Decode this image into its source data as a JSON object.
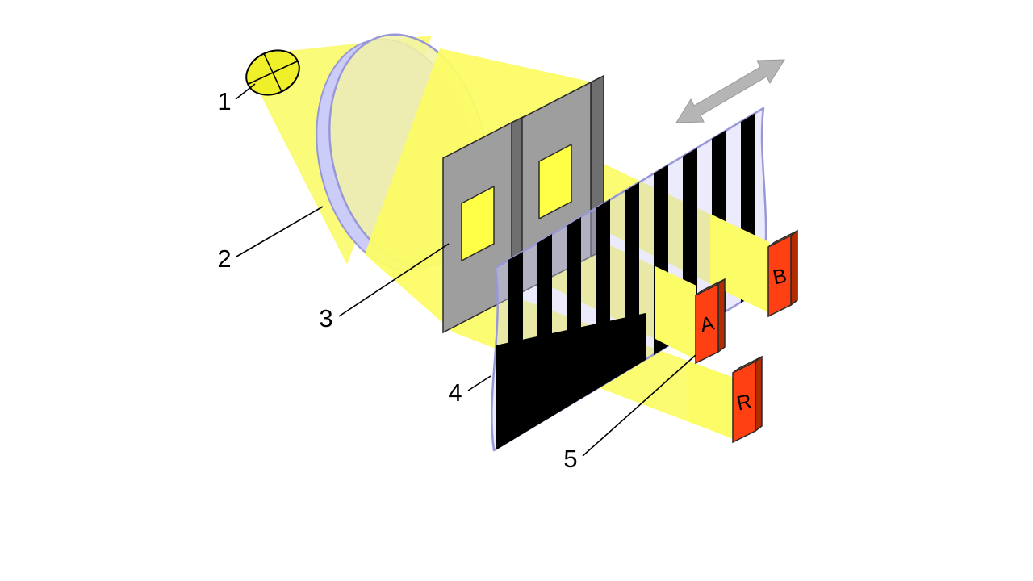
{
  "figure": {
    "callouts": [
      {
        "label": "1",
        "target": "lamp"
      },
      {
        "label": "2",
        "target": "lens"
      },
      {
        "label": "3",
        "target": "mask-gratings"
      },
      {
        "label": "4",
        "target": "moving-scale"
      },
      {
        "label": "5",
        "target": "photodetector"
      }
    ],
    "detectors": [
      {
        "label": "A"
      },
      {
        "label": "B"
      },
      {
        "label": "R"
      }
    ],
    "colors": {
      "cone_yellow": "#FBFB7A",
      "beam_yellow": "#FCFC66",
      "lamp_yellow": "#EFEF2A",
      "window_yellow": "#FFFF45",
      "lens_face": "#F2F2A6",
      "lens_rim": "#CCCCF8",
      "lavender_edge": "#9898D8",
      "scale_face": "#CCCCF8",
      "stripe_black": "#000000",
      "mask_front": "#9E9E9E",
      "mask_top": "#C9C9C9",
      "mask_side": "#6F6F6F",
      "detector_front": "#FF4013",
      "detector_top": "#FF8030",
      "detector_side": "#B52B00",
      "arrow_gray": "#B5B5B5",
      "label_black": "#000000"
    }
  }
}
